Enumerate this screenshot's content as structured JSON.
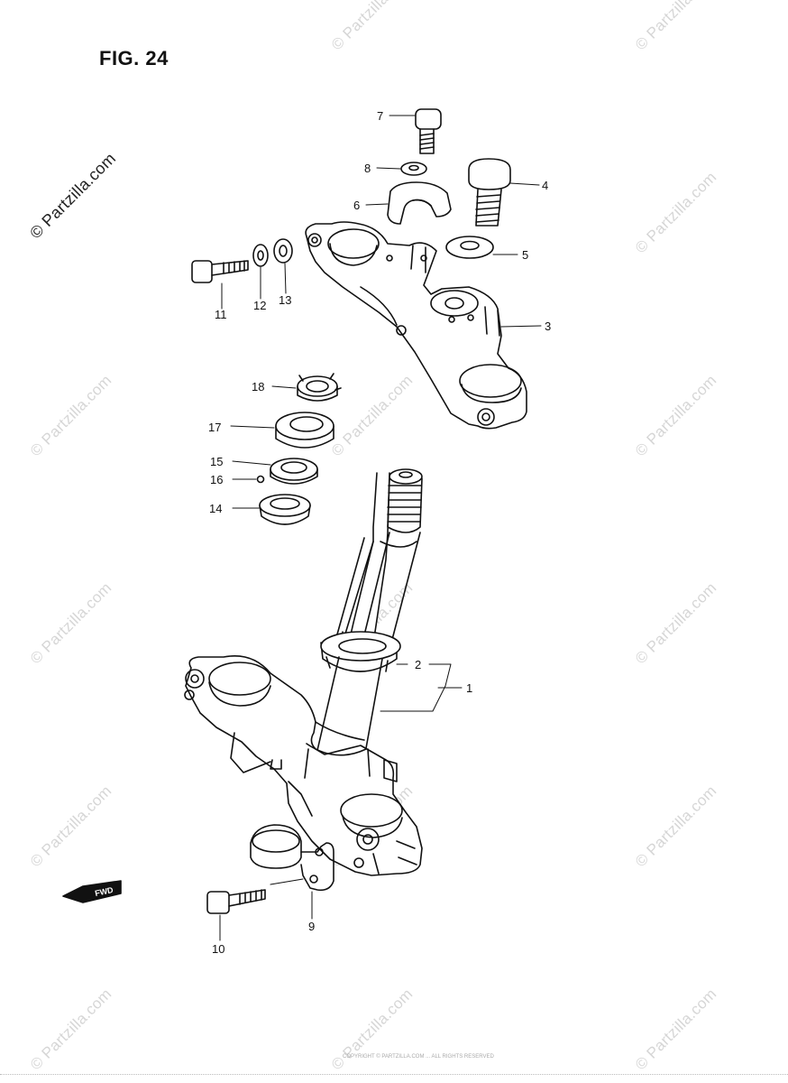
{
  "figure": {
    "title": "FIG. 24"
  },
  "watermark": {
    "text": "© Partzilla.com"
  },
  "callouts": {
    "c1": "1",
    "c2": "2",
    "c3": "3",
    "c4": "4",
    "c5": "5",
    "c6": "6",
    "c7": "7",
    "c8": "8",
    "c9": "9",
    "c10": "10",
    "c11": "11",
    "c12": "12",
    "c13": "13",
    "c14": "14",
    "c15": "15",
    "c16": "16",
    "c17": "17",
    "c18": "18"
  },
  "fwd_label": "FWD",
  "footer": "COPYRIGHT © PARTZILLA.COM ... ALL RIGHTS RESERVED"
}
